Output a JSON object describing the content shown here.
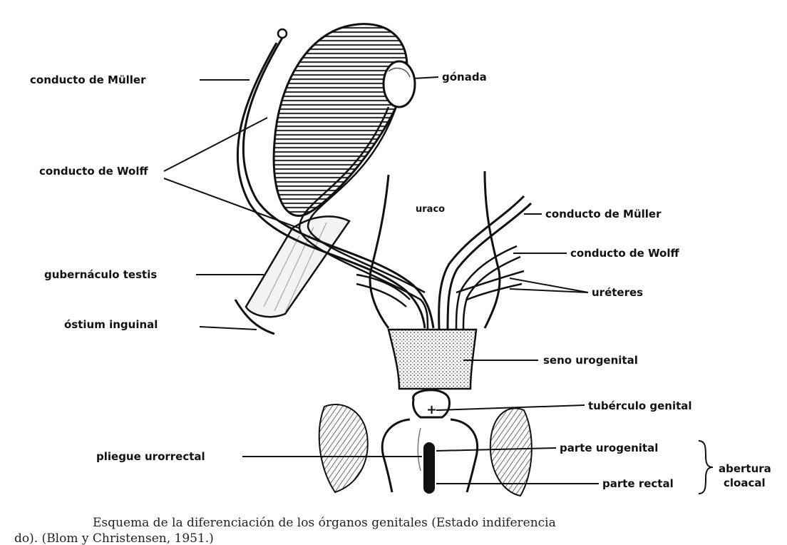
{
  "labels": {
    "conducto_muller_left": "conducto de Müller",
    "gonada": "gónada",
    "conducto_wolff_left": "conducto de Wolff",
    "uraco": "uraco",
    "conducto_muller_right": "conducto de Müller",
    "conducto_wolff_right": "conducto de Wolff",
    "ureteres": "uréteres",
    "gubernaculo": "gubernáculo testis",
    "ostium": "óstium inguinal",
    "seno": "seno urogenital",
    "tuberculo": "tubérculo genital",
    "pliegue": "pliegue urorrectal",
    "parte_urogenital": "parte urogenital",
    "parte_rectal": "parte rectal",
    "abertura": "abertura",
    "cloacal": "cloacal"
  },
  "caption": {
    "line1": "Esquema de la diferenciación de los órganos genitales (Estado indiferencia",
    "line2": "do). (Blom y Christensen, 1951.)"
  }
}
